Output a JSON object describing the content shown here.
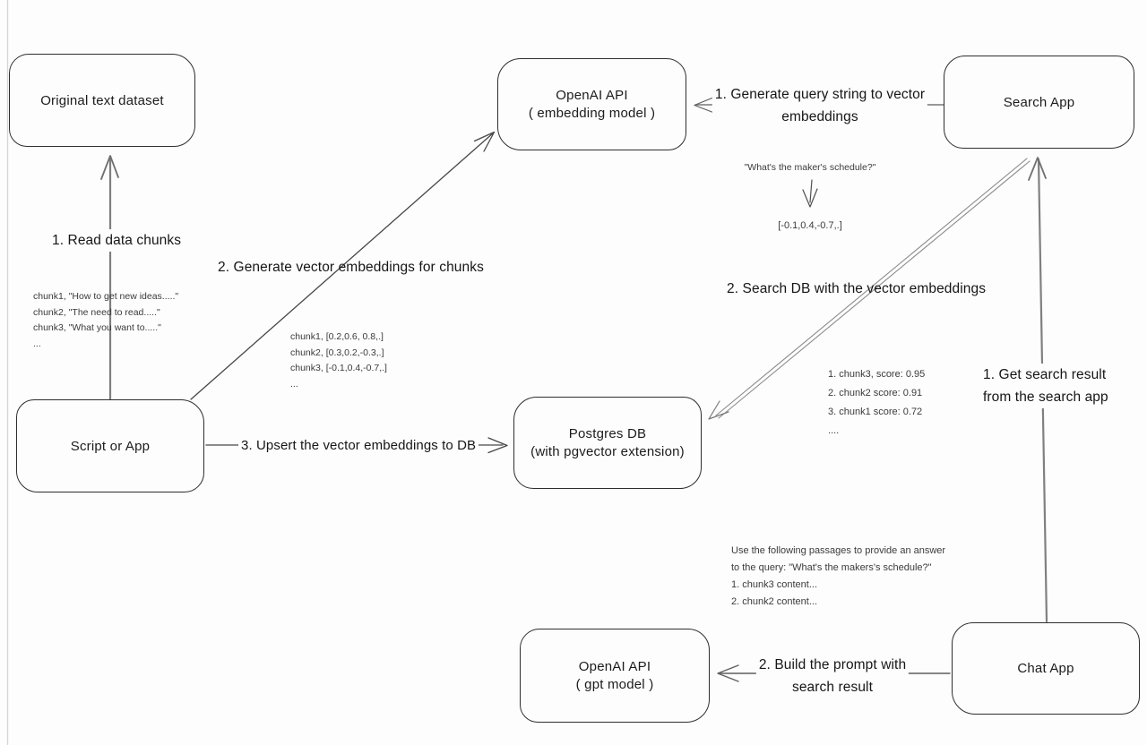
{
  "palette": {
    "background": "#fdfdfd",
    "ink": "#2e2e2e",
    "line_gray": "#7f7f7f",
    "line_dark": "#474747"
  },
  "nodes": {
    "original_dataset": {
      "label": "Original text dataset"
    },
    "openai_embedding": {
      "line1": "OpenAI API",
      "line2": "( embedding model )"
    },
    "search_app": {
      "label": "Search App"
    },
    "script_or_app": {
      "label": "Script or App"
    },
    "postgres_db": {
      "line1": "Postgres DB",
      "line2": "(with pgvector extension)"
    },
    "openai_gpt": {
      "line1": "OpenAI API",
      "line2": "( gpt model )"
    },
    "chat_app": {
      "label": "Chat App"
    }
  },
  "edge_labels": {
    "read_chunks": "1. Read data chunks",
    "generate_embeddings": "2. Generate vector embeddings for chunks",
    "upsert": "3. Upsert the vector embeddings  to DB",
    "query_to_vector_l1": "1. Generate query string to vector",
    "query_to_vector_l2": "embeddings",
    "search_db": "2. Search DB with the vector embeddings",
    "get_result_l1": "1. Get search result",
    "get_result_l2": "from the search app",
    "build_prompt_l1": "2. Build the prompt with",
    "build_prompt_l2": "search result"
  },
  "annotations": {
    "chunk_texts": {
      "l1": "chunk1, \"How to get new ideas.....\"",
      "l2": "chunk2, \"The need to read.....\"",
      "l3": "chunk3, \"What you want to.....\"",
      "l4": "..."
    },
    "chunk_vectors": {
      "l1": "chunk1, [0.2,0.6, 0.8,.]",
      "l2": "chunk2, [0.3,0.2,-0.3,.]",
      "l3": "chunk3, [-0.1,0.4,-0.7,.]",
      "l4": "..."
    },
    "query_string": "\"What's the maker's schedule?\"",
    "query_vector": "[-0.1,0.4,-0.7,.]",
    "scores": {
      "l1": "1. chunk3, score: 0.95",
      "l2": "2. chunk2 score: 0.91",
      "l3": "3. chunk1 score: 0.72",
      "l4": "...."
    },
    "prompt": {
      "l1": "Use the following passages to provide an answer",
      "l2": "to the query: \"What's the makers's schedule?\"",
      "l3": "1. chunk3 content...",
      "l4": "2. chunk2 content..."
    }
  }
}
